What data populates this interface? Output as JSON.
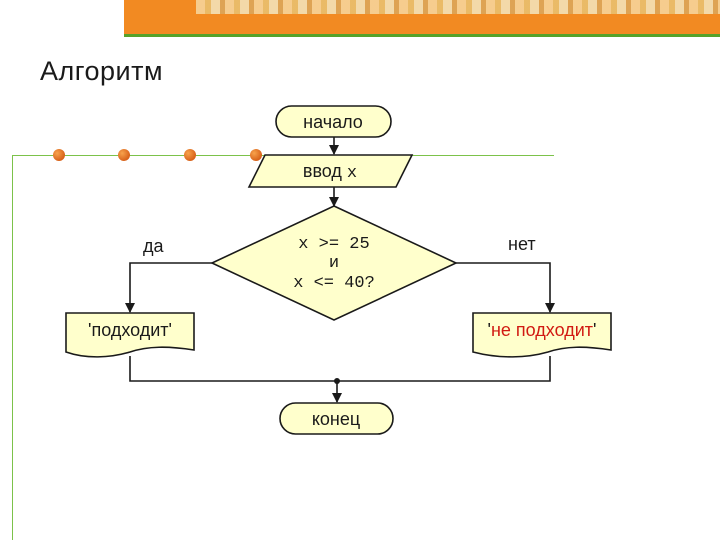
{
  "title": "Алгоритм",
  "flowchart": {
    "start": "начало",
    "input_prefix": "ввод ",
    "input_var": "x",
    "cond_line1": "x >= 25",
    "cond_line2": "и",
    "cond_line3": "x <= 40?",
    "yes_label": "да",
    "no_label": "нет",
    "yes_output": "'подходит'",
    "no_output_quote_open": "'",
    "no_output_text": "не подходит",
    "no_output_quote_close": "'",
    "end": "конец"
  },
  "colors": {
    "header_orange": "#f28a22",
    "accent_green": "#7cc24a",
    "shape_fill": "#ffffcc",
    "highlight_text": "#d11a12"
  }
}
